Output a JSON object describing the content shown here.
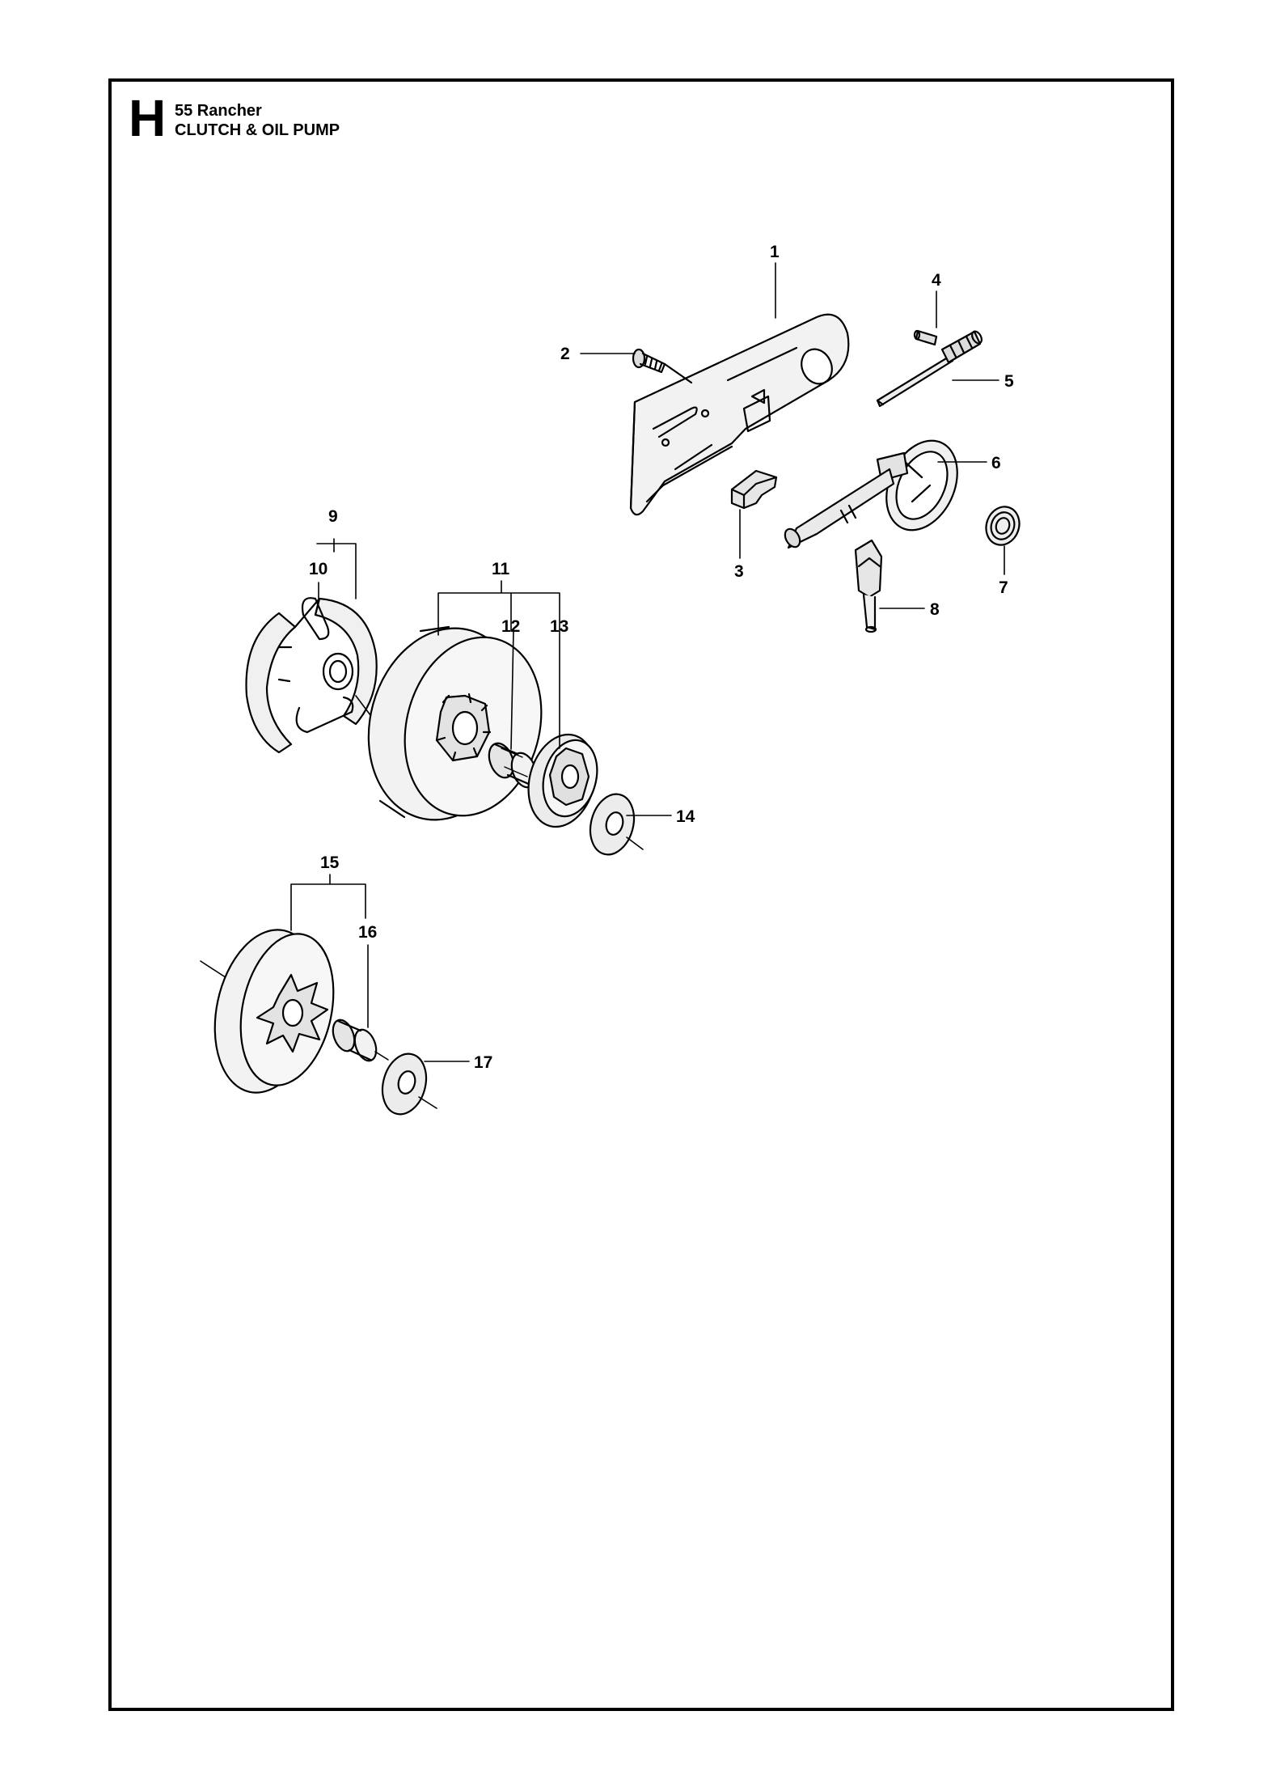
{
  "header": {
    "section_letter": "H",
    "model": "55 Rancher",
    "section_title": "CLUTCH & OIL PUMP"
  },
  "callouts": [
    "1",
    "2",
    "3",
    "4",
    "5",
    "6",
    "7",
    "8",
    "9",
    "10",
    "11",
    "12",
    "13",
    "14",
    "15",
    "16",
    "17"
  ]
}
